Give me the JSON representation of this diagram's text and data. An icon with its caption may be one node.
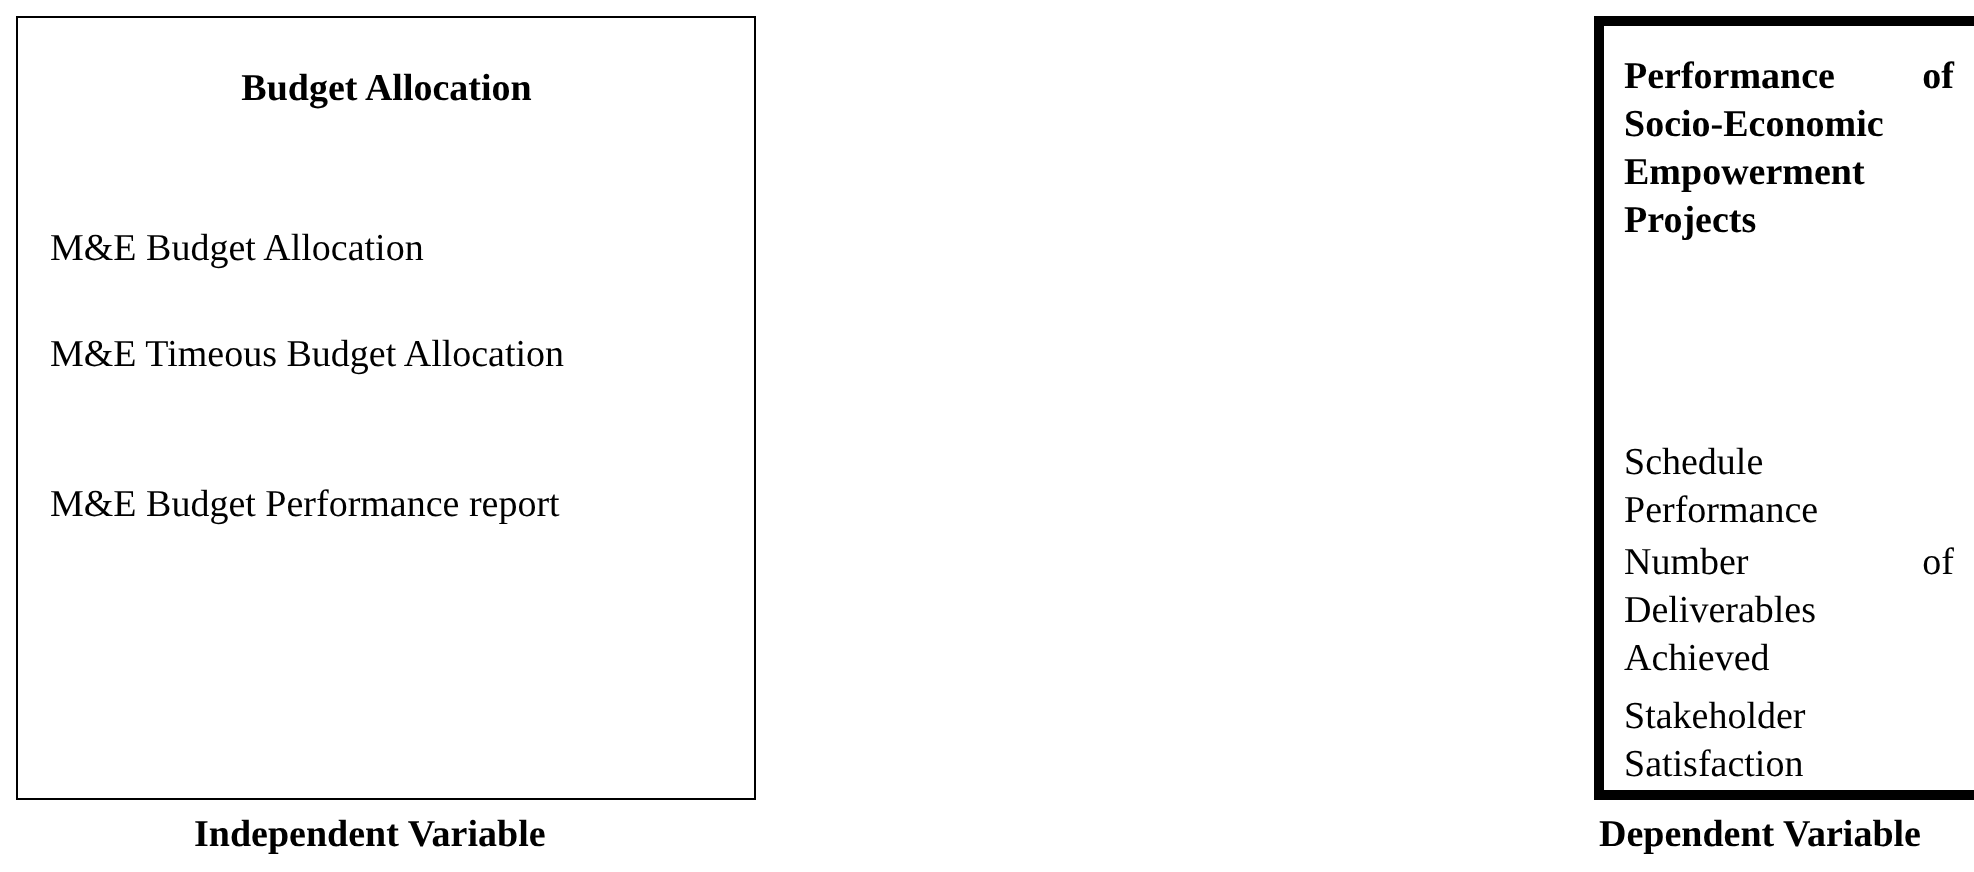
{
  "diagram": {
    "nodes": [
      {
        "text": [
          "Budget Allocation",
          "M&E Budget Allocation",
          "M&E Timeous Budget Allocation",
          "M&E Budget Performance report"
        ],
        "beside": [
          "Independent Variable"
        ]
      },
      {
        "text": [
          "Performance of Socio-Economic Empowerment Projects",
          "Schedule Performance",
          "Number of Deliverables Achieved",
          "Stakeholder Satisfaction"
        ],
        "beside": [
          "Dependent Variable"
        ]
      }
    ]
  }
}
